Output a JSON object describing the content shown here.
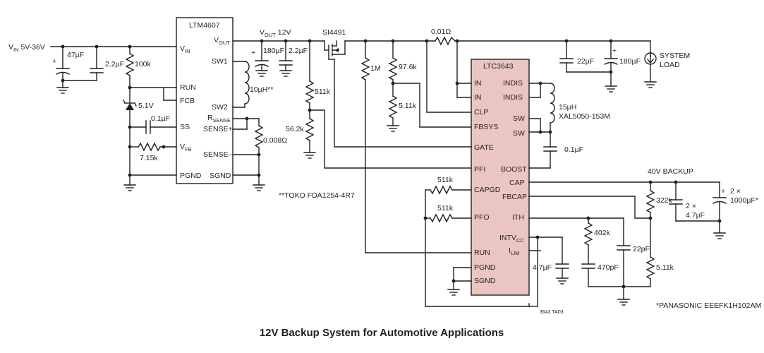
{
  "title": "12V Backup System for Automotive Applications",
  "figure_code": "3643 TA03",
  "ic1": {
    "name": "LTM4607",
    "pins_left": [
      "V",
      "RUN",
      "FCB",
      "SS",
      "V",
      "PGND"
    ],
    "pins_right": [
      "V",
      "SW1",
      "SW2",
      "R",
      "SENSE+",
      "SENSE–",
      "SGND"
    ],
    "sub_in": "IN",
    "sub_fb": "FB",
    "sub_out": "OUT",
    "sub_sense": "SENSE"
  },
  "ic2": {
    "name": "LTC3643",
    "pins_left": [
      "IN",
      "IN",
      "CLP",
      "FBSYS",
      "GATE",
      "PFI",
      "CAPGD",
      "PFO",
      "RUN",
      "PGND",
      "SGND"
    ],
    "pins_right": [
      "INDIS",
      "INDIS",
      "SW",
      "SW",
      "BOOST",
      "CAP",
      "FBCAP",
      "ITH",
      "INTV",
      "I"
    ],
    "sub_cc": "CC",
    "sub_lim": "LIM"
  },
  "labels": {
    "vin": "V",
    "vin_sub": "IN",
    "vin_range": "5V-36V",
    "vout_label": "V",
    "vout_sub": "OUT",
    "vout_value": "12V",
    "mosfet": "SI4491",
    "c_in1": "47µF",
    "c_in2": "2.2µF",
    "r_100k": "100k",
    "zener": "5.1V",
    "c_ss": "0.1µF",
    "r_fb": "7.15k",
    "l1": "10µH**",
    "r_sense": "0.008Ω",
    "c_out1": "180µF",
    "c_out2": "2.2µF",
    "r_511k": "511k",
    "r_562k": "56.2k",
    "r_1m": "1M",
    "r_976k": "97.6k",
    "r_511k2": "5.11k",
    "r_001": "0.01Ω",
    "c_22u": "22µF",
    "c_180u2": "180µF",
    "load1": "SYSTEM",
    "load2": "LOAD",
    "l2a": "15µH",
    "l2b": "XAL5050-153M",
    "c_boost": "0.1µF",
    "backup": "40V BACKUP",
    "r_322k": "322k",
    "c_4u7a": "2 ×",
    "c_4u7b": "4.7µF",
    "c_1000a": "2 ×",
    "c_1000b": "1000µF*",
    "r_pg1": "511k",
    "r_pg2": "511k",
    "r_402k": "402k",
    "c_22p": "22pF",
    "c_470p": "470pF",
    "r_511k3": "5.11k",
    "c_intv": "4.7µF",
    "note1": "**TOKO FDA1254-4R7",
    "note2": "*PANASONIC EEEFK1H102AM"
  }
}
